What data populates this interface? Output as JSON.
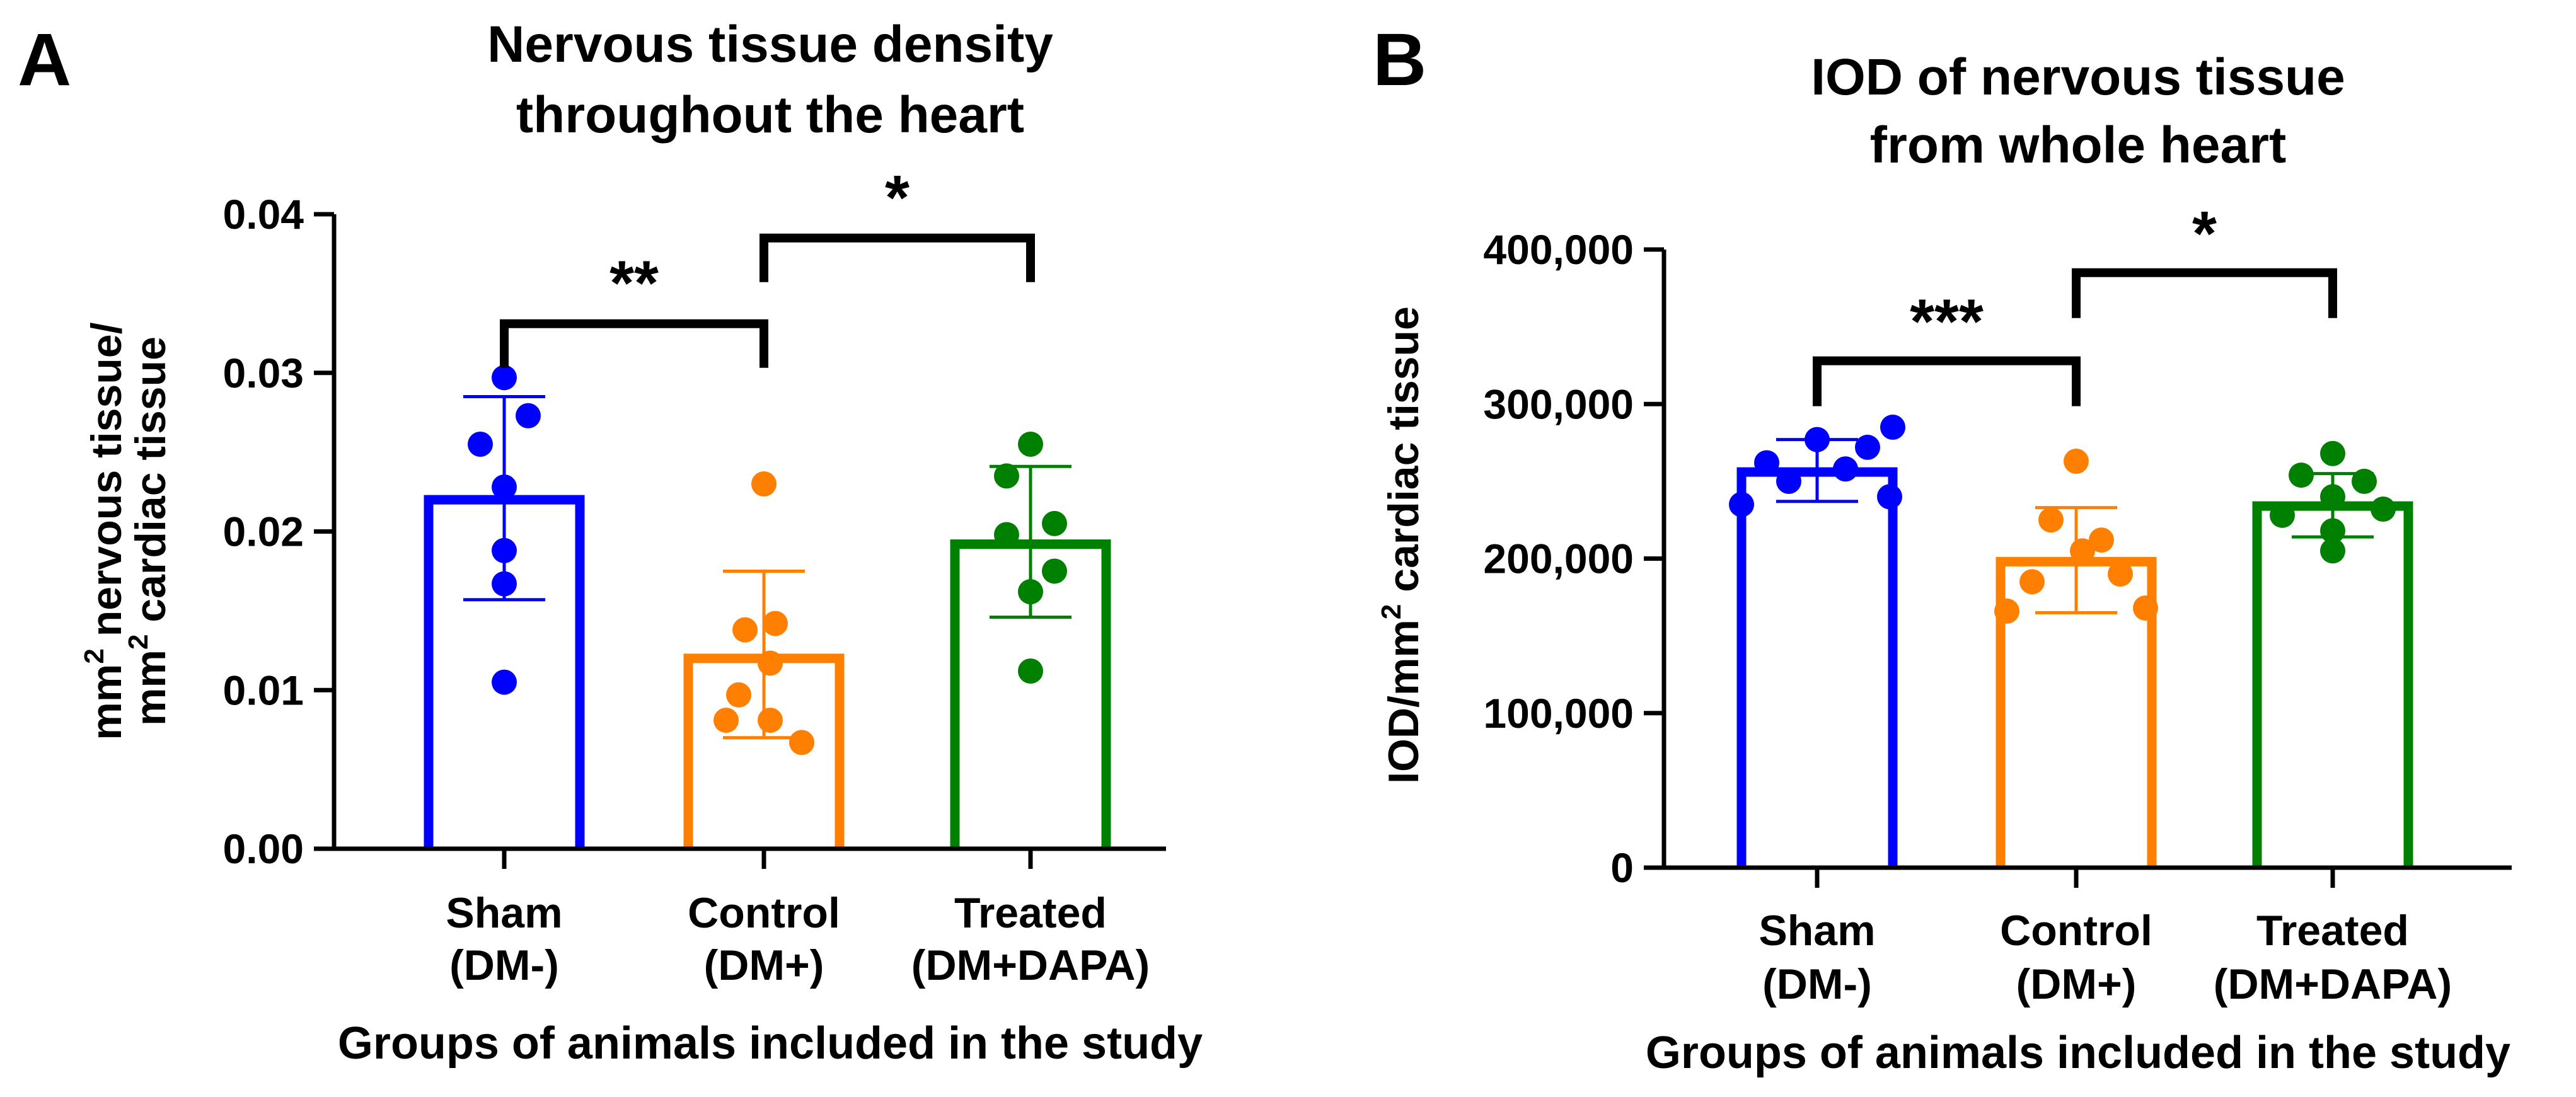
{
  "chart_data": [
    {
      "type": "bar",
      "panel_label": "A",
      "title_lines": [
        "Nervous tissue density",
        "throughout the heart"
      ],
      "ylabel_lines": [
        {
          "pre": "mm",
          "sup": "2",
          "post": " nervous tissue/"
        },
        {
          "pre": "mm",
          "sup": "2",
          "post": " cardiac tissue"
        }
      ],
      "xlabel": "Groups of animals included in the study",
      "ylim": [
        0,
        0.04
      ],
      "yticks": [
        0,
        0.01,
        0.02,
        0.03,
        0.04
      ],
      "ytick_labels": [
        "0.00",
        "0.01",
        "0.02",
        "0.03",
        "0.04"
      ],
      "groups": [
        {
          "label_lines": [
            "Sham",
            "(DM-)"
          ],
          "color": "#0000ff",
          "mean": 0.022,
          "sd_low": 0.0157,
          "sd_high": 0.0285,
          "points": [
            0.0297,
            0.0273,
            0.0255,
            0.0228,
            0.0188,
            0.0167,
            0.0105
          ]
        },
        {
          "label_lines": [
            "Control",
            "(DM+)"
          ],
          "color": "#ff8000",
          "mean": 0.012,
          "sd_low": 0.007,
          "sd_high": 0.0175,
          "points": [
            0.023,
            0.0142,
            0.0138,
            0.0117,
            0.0097,
            0.0081,
            0.0081,
            0.0067
          ]
        },
        {
          "label_lines": [
            "Treated",
            "(DM+DAPA)"
          ],
          "color": "#008000",
          "mean": 0.0192,
          "sd_low": 0.0146,
          "sd_high": 0.0241,
          "points": [
            0.0255,
            0.0235,
            0.0205,
            0.0198,
            0.0175,
            0.0162,
            0.0112
          ]
        }
      ],
      "significance": [
        {
          "from": 0,
          "to": 1,
          "label": "**",
          "y": 0.0331
        },
        {
          "from": 1,
          "to": 2,
          "label": "*",
          "y": 0.0385
        }
      ]
    },
    {
      "type": "bar",
      "panel_label": "B",
      "title_lines": [
        "IOD of nervous tissue",
        "from whole heart"
      ],
      "ylabel_lines": [
        {
          "pre": "IOD/mm",
          "sup": "2",
          "post": " cardiac tissue"
        }
      ],
      "xlabel": "Groups of animals included in the study",
      "ylim": [
        0,
        400000
      ],
      "yticks": [
        0,
        100000,
        200000,
        300000,
        400000
      ],
      "ytick_labels": [
        "0",
        "100,000",
        "200,000",
        "300,000",
        "400,000"
      ],
      "groups": [
        {
          "label_lines": [
            "Sham",
            "(DM-)"
          ],
          "color": "#0000ff",
          "mean": 256000,
          "sd_low": 237000,
          "sd_high": 277000,
          "points": [
            285000,
            277000,
            272000,
            262000,
            258000,
            250000,
            240000,
            235000
          ]
        },
        {
          "label_lines": [
            "Control",
            "(DM+)"
          ],
          "color": "#ff8000",
          "mean": 198000,
          "sd_low": 165000,
          "sd_high": 233000,
          "points": [
            263000,
            225000,
            212000,
            205000,
            190000,
            185000,
            168000,
            166000
          ]
        },
        {
          "label_lines": [
            "Treated",
            "(DM+DAPA)"
          ],
          "color": "#008000",
          "mean": 234000,
          "sd_low": 214000,
          "sd_high": 255000,
          "points": [
            268000,
            254000,
            250000,
            240000,
            232000,
            228000,
            218000,
            205000
          ]
        }
      ],
      "significance": [
        {
          "from": 0,
          "to": 1,
          "label": "***",
          "y": 328000
        },
        {
          "from": 1,
          "to": 2,
          "label": "*",
          "y": 385000
        }
      ]
    }
  ]
}
